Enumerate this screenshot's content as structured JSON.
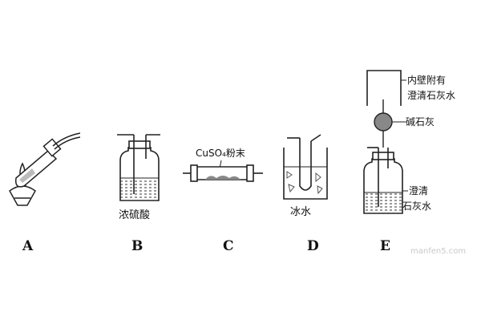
{
  "apparatus": {
    "A": {
      "letter": "A"
    },
    "B": {
      "letter": "B",
      "label": "浓硫酸"
    },
    "C": {
      "letter": "C",
      "label": "CuSO₄粉末"
    },
    "D": {
      "letter": "D",
      "label": "冰水"
    },
    "E": {
      "letter": "E",
      "beaker_label_line1": "内壁附有",
      "beaker_label_line2": "澄清石灰水",
      "tube_label": "碱石灰",
      "bottle_label_line1": "澄清",
      "bottle_label_line2": "石灰水"
    }
  },
  "watermark": "manfen5.com",
  "colors": {
    "ink": "#111111",
    "liquid": "#d8d8d8",
    "stroke": "#222222"
  }
}
